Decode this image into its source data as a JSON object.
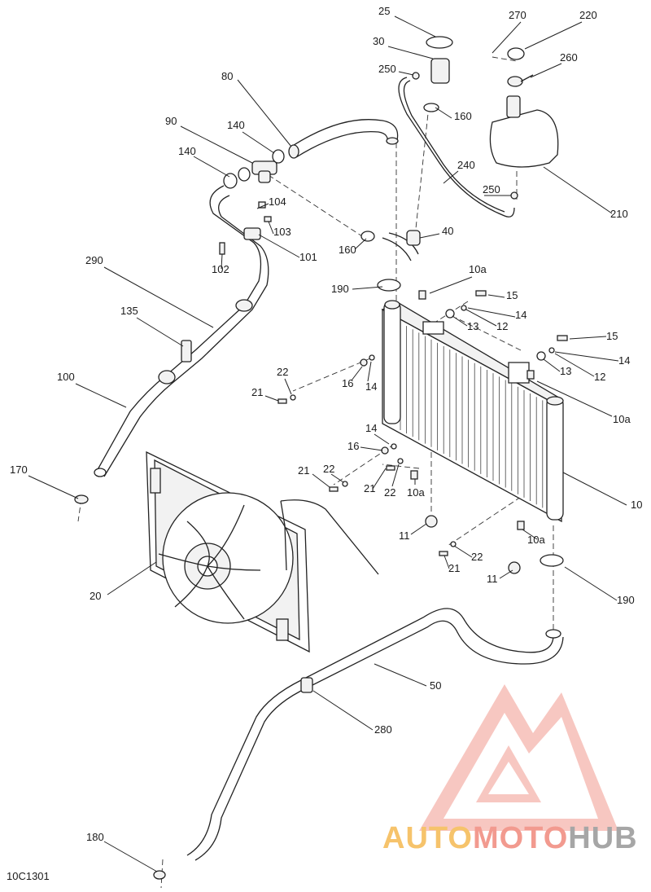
{
  "diagram": {
    "code": "10C1301",
    "callouts": [
      {
        "id": "c25",
        "text": "25"
      },
      {
        "id": "c270",
        "text": "270"
      },
      {
        "id": "c220",
        "text": "220"
      },
      {
        "id": "c30",
        "text": "30"
      },
      {
        "id": "c250a",
        "text": "250"
      },
      {
        "id": "c260",
        "text": "260"
      },
      {
        "id": "c80",
        "text": "80"
      },
      {
        "id": "c160a",
        "text": "160"
      },
      {
        "id": "c90",
        "text": "90"
      },
      {
        "id": "c140a",
        "text": "140"
      },
      {
        "id": "c140b",
        "text": "140"
      },
      {
        "id": "c240",
        "text": "240"
      },
      {
        "id": "c250b",
        "text": "250"
      },
      {
        "id": "c104",
        "text": "104"
      },
      {
        "id": "c210",
        "text": "210"
      },
      {
        "id": "c103",
        "text": "103"
      },
      {
        "id": "c40",
        "text": "40"
      },
      {
        "id": "c160b",
        "text": "160"
      },
      {
        "id": "c101",
        "text": "101"
      },
      {
        "id": "c102",
        "text": "102"
      },
      {
        "id": "c290",
        "text": "290"
      },
      {
        "id": "c10a1",
        "text": "10a"
      },
      {
        "id": "c190a",
        "text": "190"
      },
      {
        "id": "c15a",
        "text": "15"
      },
      {
        "id": "c14a",
        "text": "14"
      },
      {
        "id": "c135",
        "text": "135"
      },
      {
        "id": "c13a",
        "text": "13"
      },
      {
        "id": "c12a",
        "text": "12"
      },
      {
        "id": "c15b",
        "text": "15"
      },
      {
        "id": "c14b",
        "text": "14"
      },
      {
        "id": "c22a",
        "text": "22"
      },
      {
        "id": "c13b",
        "text": "13"
      },
      {
        "id": "c12b",
        "text": "12"
      },
      {
        "id": "c100",
        "text": "100"
      },
      {
        "id": "c16a",
        "text": "16"
      },
      {
        "id": "c14c",
        "text": "14"
      },
      {
        "id": "c21a",
        "text": "21"
      },
      {
        "id": "c10a2",
        "text": "10a"
      },
      {
        "id": "c14d",
        "text": "14"
      },
      {
        "id": "c16b",
        "text": "16"
      },
      {
        "id": "c170",
        "text": "170"
      },
      {
        "id": "c21b",
        "text": "21"
      },
      {
        "id": "c22b",
        "text": "22"
      },
      {
        "id": "c21c",
        "text": "21"
      },
      {
        "id": "c22c",
        "text": "22"
      },
      {
        "id": "c10a3",
        "text": "10a"
      },
      {
        "id": "c10",
        "text": "10"
      },
      {
        "id": "c11a",
        "text": "11"
      },
      {
        "id": "c10a4",
        "text": "10a"
      },
      {
        "id": "c22d",
        "text": "22"
      },
      {
        "id": "c21d",
        "text": "21"
      },
      {
        "id": "c20",
        "text": "20"
      },
      {
        "id": "c11b",
        "text": "11"
      },
      {
        "id": "c190b",
        "text": "190"
      },
      {
        "id": "c50",
        "text": "50"
      },
      {
        "id": "c280",
        "text": "280"
      },
      {
        "id": "c180",
        "text": "180"
      }
    ]
  },
  "watermark": {
    "part1": "AUTO",
    "part2": "MOTO",
    "part3": "HUB",
    "colors": {
      "auto": "#f6c36b",
      "moto": "#f29a8f",
      "hub": "#a6a6a6",
      "logo": "#f29a8f"
    }
  }
}
